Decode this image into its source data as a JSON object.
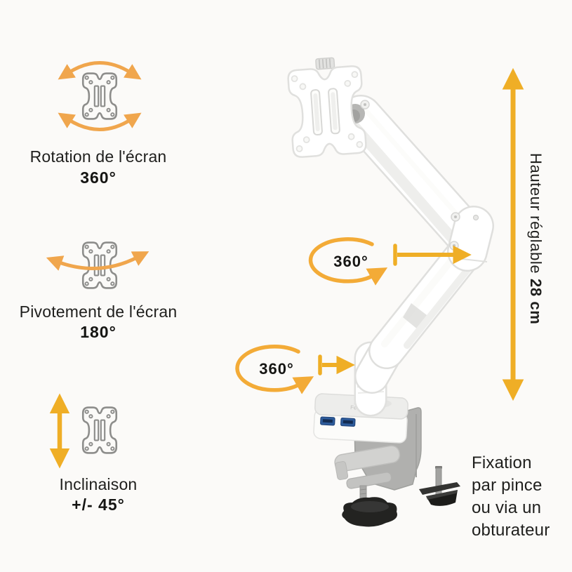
{
  "brand": "Fellowes",
  "features": [
    {
      "id": "rotation",
      "label": "Rotation de l'écran",
      "value": "360°",
      "icon": "vesa-rotation-icon"
    },
    {
      "id": "swivel",
      "label": "Pivotement de l'écran",
      "value": "180°",
      "icon": "vesa-swivel-icon"
    },
    {
      "id": "tilt",
      "label": "Inclinaison",
      "value": "+/- 45°",
      "icon": "vesa-tilt-icon"
    }
  ],
  "rotation_badges": [
    {
      "label": "360°",
      "target": "elbow-joint"
    },
    {
      "label": "360°",
      "target": "base-joint"
    }
  ],
  "height_dimension": {
    "label": "Hauteur réglable ",
    "value": "28 cm"
  },
  "mounting": {
    "lines": [
      "Fixation",
      "par pince",
      "ou via un",
      "obturateur"
    ]
  },
  "colors": {
    "background": "#fbfaf8",
    "text": "#1d1d1b",
    "arrow_orange": "#f0a64d",
    "arrow_gold": "#efae26",
    "ellipse_gold": "#f3ab37",
    "icon_gray": "#8d8d8b",
    "usb_blue": "#2d5c9c",
    "knob_black": "#232321"
  }
}
